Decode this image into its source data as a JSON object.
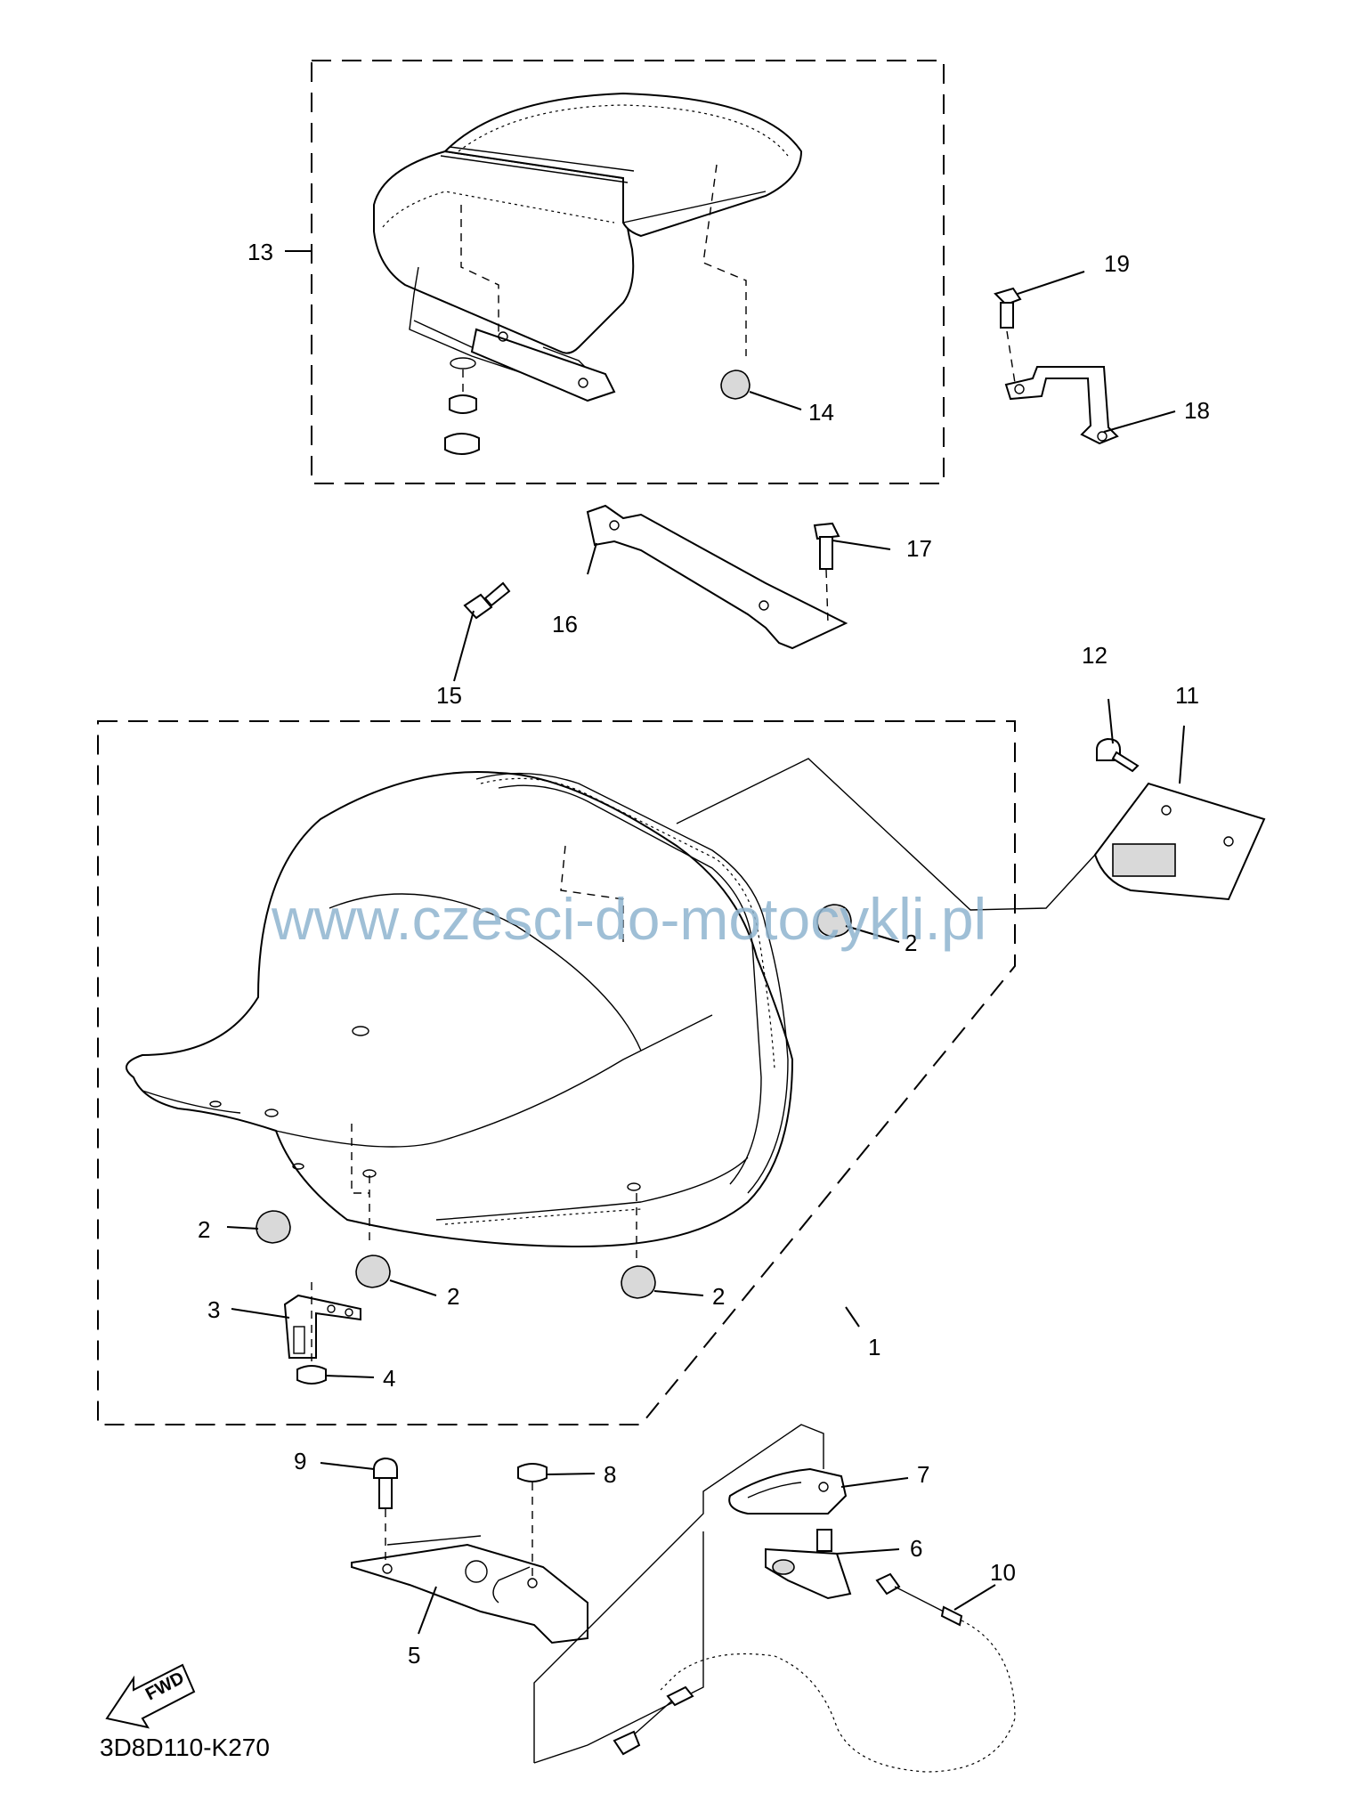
{
  "watermark": "www.czesci-do-motocykli.pl",
  "diagram_code": "3D8D110-K270",
  "fwd_label": "FWD",
  "callouts": [
    {
      "id": "c13",
      "text": "13"
    },
    {
      "id": "c14",
      "text": "14"
    },
    {
      "id": "c19",
      "text": "19"
    },
    {
      "id": "c18",
      "text": "18"
    },
    {
      "id": "c17",
      "text": "17"
    },
    {
      "id": "c16",
      "text": "16"
    },
    {
      "id": "c15",
      "text": "15"
    },
    {
      "id": "c12",
      "text": "12"
    },
    {
      "id": "c11",
      "text": "11"
    },
    {
      "id": "c2a",
      "text": "2"
    },
    {
      "id": "c2b",
      "text": "2"
    },
    {
      "id": "c2c",
      "text": "2"
    },
    {
      "id": "c2d",
      "text": "2"
    },
    {
      "id": "c3",
      "text": "3"
    },
    {
      "id": "c4",
      "text": "4"
    },
    {
      "id": "c1",
      "text": "1"
    },
    {
      "id": "c9",
      "text": "9"
    },
    {
      "id": "c8",
      "text": "8"
    },
    {
      "id": "c7",
      "text": "7"
    },
    {
      "id": "c6",
      "text": "6"
    },
    {
      "id": "c10",
      "text": "10"
    },
    {
      "id": "c5",
      "text": "5"
    }
  ]
}
